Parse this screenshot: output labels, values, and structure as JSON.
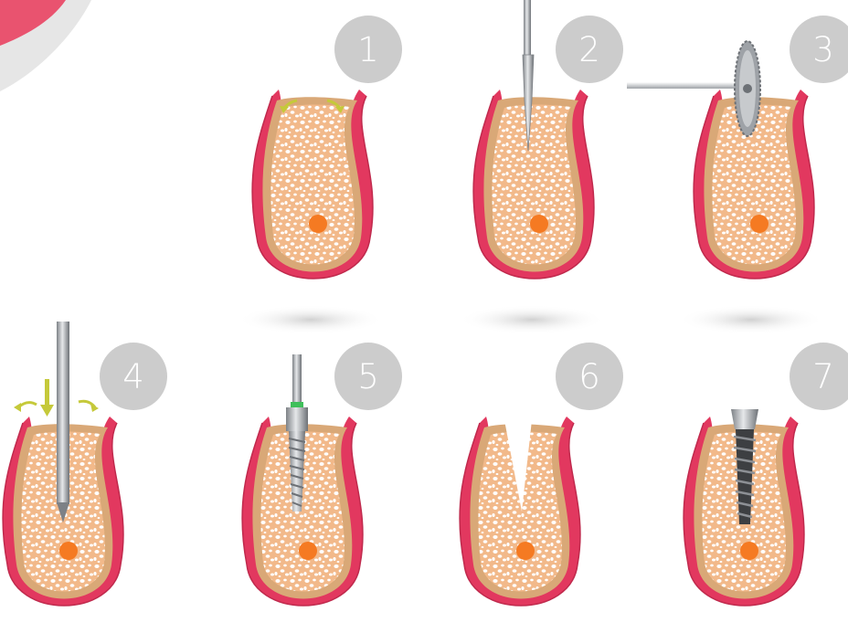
{
  "steps": [
    {
      "label": "1"
    },
    {
      "label": "2"
    },
    {
      "label": "3"
    },
    {
      "label": "4"
    },
    {
      "label": "5"
    },
    {
      "label": "6"
    },
    {
      "label": "7"
    }
  ],
  "colors": {
    "gum": "#e2385f",
    "gum_dark": "#c02a4d",
    "bone_cortex": "#d9a877",
    "bone_marrow": "#f2b98a",
    "marrow_holes": "#ffffff",
    "nerve_dot": "#f57a22",
    "badge": "#cccccc",
    "arrow": "#c5c93a",
    "metal": "#a9acb0",
    "corner_accent": "#e9536f"
  }
}
